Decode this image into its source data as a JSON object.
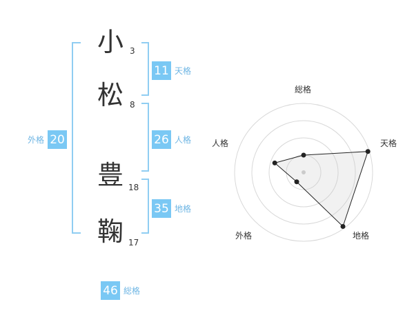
{
  "name": {
    "chars": [
      {
        "char": "小",
        "strokes": "3"
      },
      {
        "char": "松",
        "strokes": "8"
      },
      {
        "char": "豊",
        "strokes": "18"
      },
      {
        "char": "鞠",
        "strokes": "17"
      }
    ]
  },
  "kaku": {
    "tenkaku": {
      "value": "11",
      "label": "天格"
    },
    "jinkaku": {
      "value": "26",
      "label": "人格"
    },
    "chikaku": {
      "value": "35",
      "label": "地格"
    },
    "gaikaku": {
      "value": "20",
      "label": "外格"
    },
    "soukaku": {
      "value": "46",
      "label": "総格"
    }
  },
  "colors": {
    "accent": "#7ac8f4",
    "accent_text": "#6fb6e4",
    "bracket": "#8fcdf2"
  },
  "chart_data": {
    "type": "radar",
    "axes": [
      "総格",
      "天格",
      "地格",
      "外格",
      "人格"
    ],
    "values": [
      0.25,
      0.98,
      0.97,
      0.17,
      0.44
    ],
    "rings": 4,
    "grid": true
  }
}
